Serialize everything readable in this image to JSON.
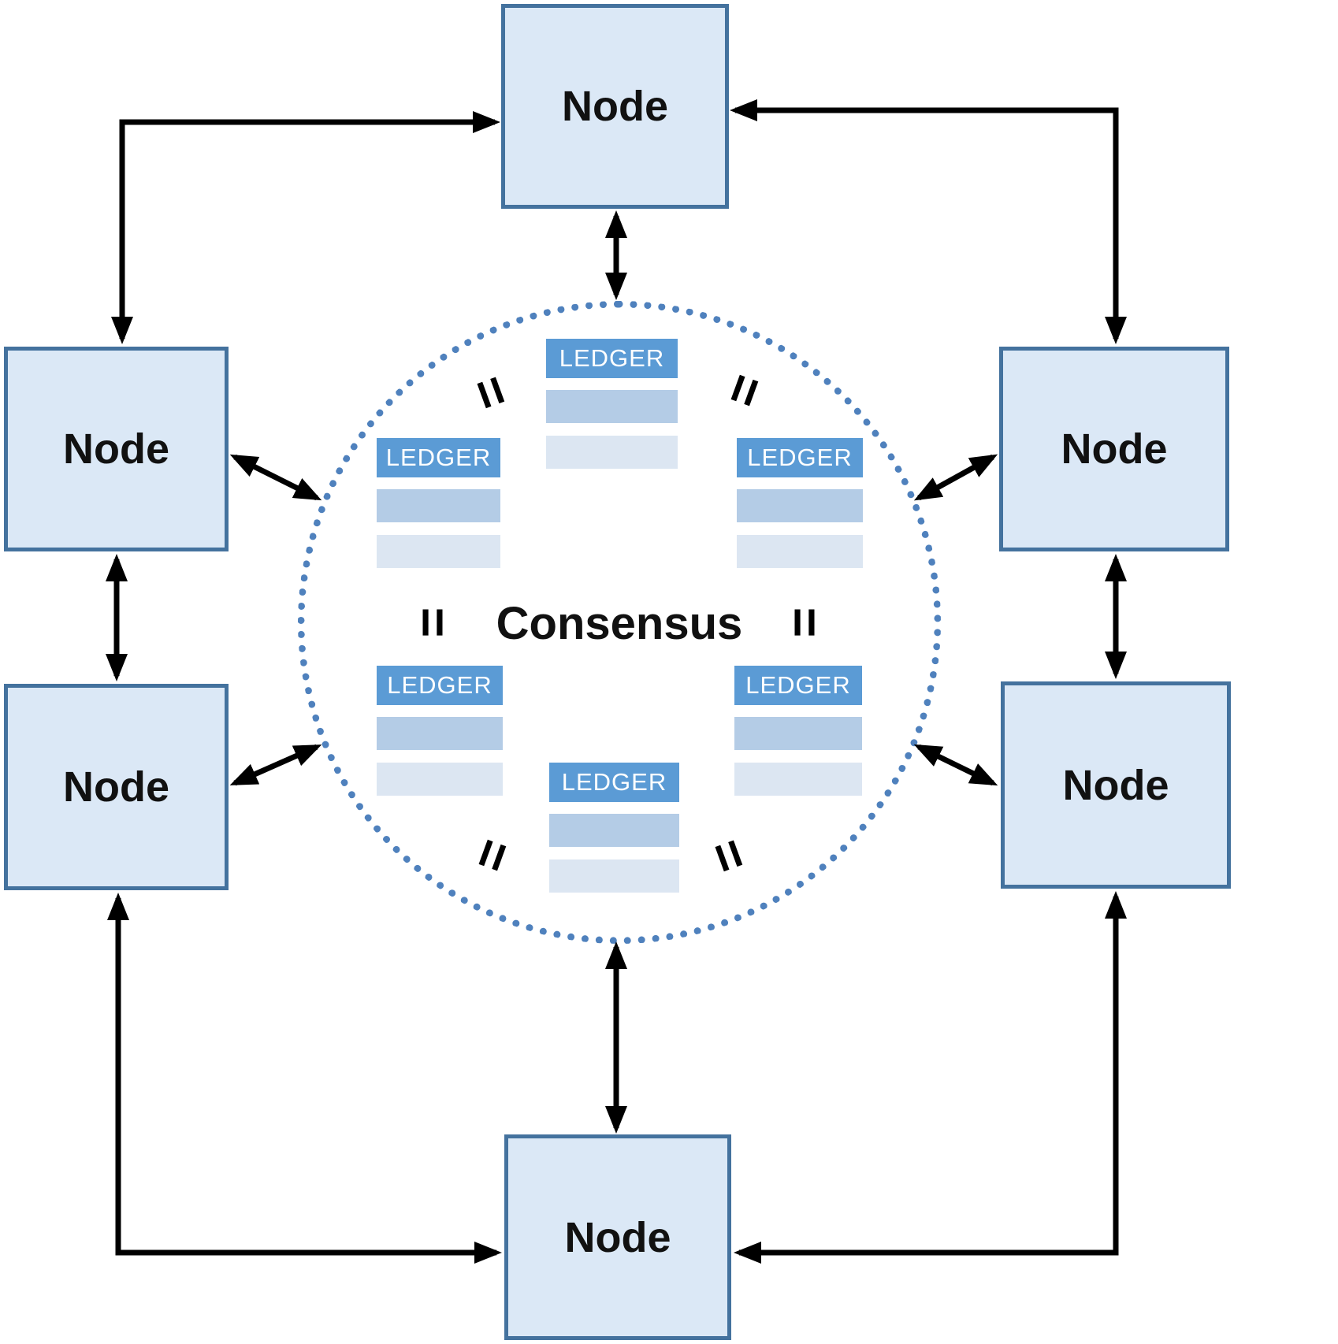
{
  "nodes": [
    {
      "position": "top",
      "label": "Node"
    },
    {
      "position": "upper-left",
      "label": "Node"
    },
    {
      "position": "upper-right",
      "label": "Node"
    },
    {
      "position": "lower-left",
      "label": "Node"
    },
    {
      "position": "lower-right",
      "label": "Node"
    },
    {
      "position": "bottom",
      "label": "Node"
    }
  ],
  "center": {
    "label": "Consensus",
    "equals_symbol": "="
  },
  "ledgers": [
    {
      "position": "top",
      "label": "LEDGER"
    },
    {
      "position": "upper-left",
      "label": "LEDGER"
    },
    {
      "position": "upper-right",
      "label": "LEDGER"
    },
    {
      "position": "lower-left",
      "label": "LEDGER"
    },
    {
      "position": "lower-right",
      "label": "LEDGER"
    },
    {
      "position": "bottom",
      "label": "LEDGER"
    }
  ],
  "colors": {
    "node_fill": "#dbe8f6",
    "node_border": "#44729e",
    "ledger_header": "#5b9bd5",
    "ledger_row_medium": "#b4cce6",
    "ledger_row_light": "#dce6f2",
    "circle_dotted": "#4f81bd",
    "arrow": "#000000"
  }
}
